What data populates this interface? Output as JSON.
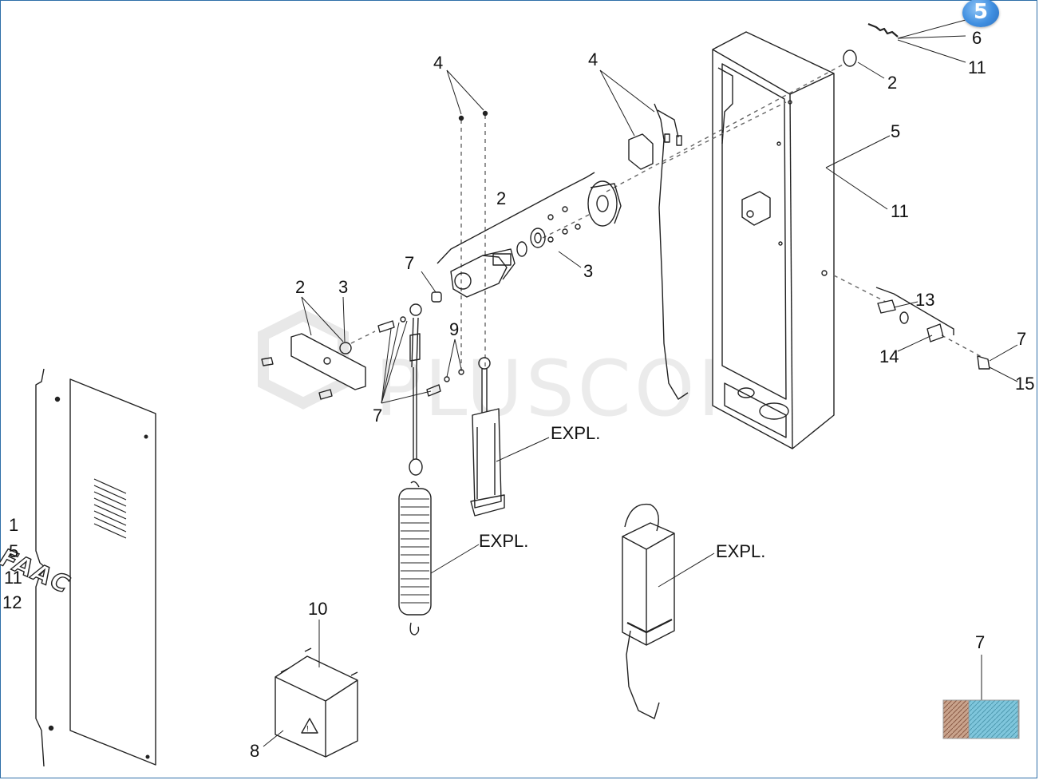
{
  "badge": "5",
  "watermark": "PLUSCOM",
  "logo_text": "FAAC",
  "callouts": {
    "c4_left": "4",
    "c4_right": "4",
    "c6": "6",
    "c11_top": "11",
    "c2_top": "2",
    "c5_box": "5",
    "c11_box": "11",
    "c2_arm": "2",
    "c3_arm": "3",
    "c7_arm": "7",
    "c2_plate": "2",
    "c3_plate": "3",
    "c9": "9",
    "c7_bolts": "7",
    "c13": "13",
    "c14": "14",
    "c7_right": "7",
    "c15": "15",
    "expl_cylinder": "EXPL.",
    "expl_spring": "EXPL.",
    "expl_pump": "EXPL.",
    "c10": "10",
    "c8": "8",
    "c7_swatch": "7",
    "door_group": [
      "1",
      "5",
      "11",
      "12"
    ]
  }
}
